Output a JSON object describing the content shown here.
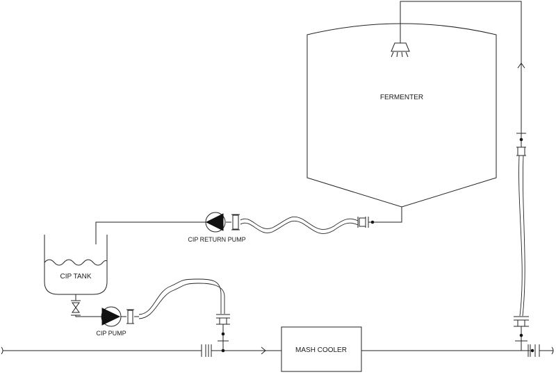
{
  "diagram": {
    "labels": {
      "fermenter": "FERMENTER",
      "cip_tank": "CIP TANK",
      "cip_pump": "CIP PUMP",
      "cip_return_pump": "CIP RETURN PUMP",
      "mash_cooler": "MASH COOLER"
    }
  }
}
